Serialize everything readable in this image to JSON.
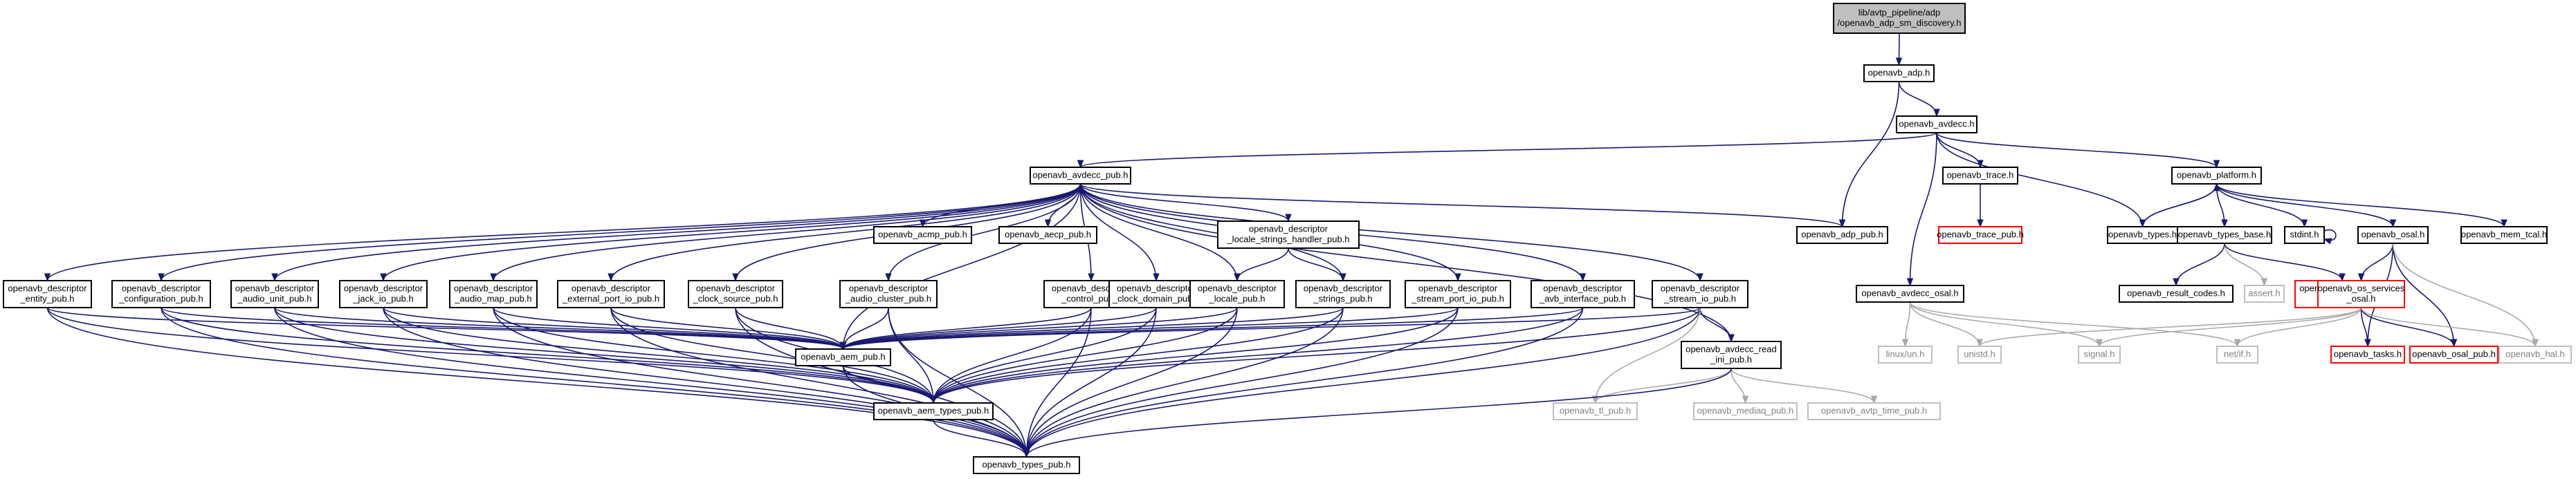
{
  "diagram": {
    "nodes": [
      {
        "id": "root",
        "kind": "root",
        "lines": [
          "lib/avtp_pipeline/adp",
          "/openavb_adp_sm_discovery.h"
        ]
      },
      {
        "id": "adp",
        "kind": "normal",
        "lines": [
          "openavb_adp.h"
        ]
      },
      {
        "id": "avdecc",
        "kind": "normal",
        "lines": [
          "openavb_avdecc.h"
        ]
      },
      {
        "id": "avdecc_pub",
        "kind": "normal",
        "lines": [
          "openavb_avdecc_pub.h"
        ]
      },
      {
        "id": "adp_pub",
        "kind": "normal",
        "lines": [
          "openavb_adp_pub.h"
        ]
      },
      {
        "id": "trace",
        "kind": "normal",
        "lines": [
          "openavb_trace.h"
        ]
      },
      {
        "id": "platform",
        "kind": "normal",
        "lines": [
          "openavb_platform.h"
        ]
      },
      {
        "id": "trace_pub",
        "kind": "truncated",
        "lines": [
          "openavb_trace_pub.h"
        ]
      },
      {
        "id": "types",
        "kind": "normal",
        "lines": [
          "openavb_types.h"
        ]
      },
      {
        "id": "types_base",
        "kind": "normal",
        "lines": [
          "openavb_types_base.h"
        ]
      },
      {
        "id": "stdint",
        "kind": "normal",
        "lines": [
          "stdint.h"
        ]
      },
      {
        "id": "osal",
        "kind": "normal",
        "lines": [
          "openavb_osal.h"
        ]
      },
      {
        "id": "mem_tcal",
        "kind": "normal",
        "lines": [
          "openavb_mem_tcal.h"
        ]
      },
      {
        "id": "result_codes",
        "kind": "normal",
        "lines": [
          "openavb_result_codes.h"
        ]
      },
      {
        "id": "assert",
        "kind": "external",
        "lines": [
          "assert.h"
        ]
      },
      {
        "id": "types_base_pub",
        "kind": "truncated",
        "lines": [
          "openavb_types_base",
          "_pub.h"
        ]
      },
      {
        "id": "os_services",
        "kind": "truncated",
        "lines": [
          "openavb_os_services",
          "_osal.h"
        ]
      },
      {
        "id": "avdecc_osal",
        "kind": "normal",
        "lines": [
          "openavb_avdecc_osal.h"
        ]
      },
      {
        "id": "linux_un",
        "kind": "external",
        "lines": [
          "linux/un.h"
        ]
      },
      {
        "id": "unistd",
        "kind": "external",
        "lines": [
          "unistd.h"
        ]
      },
      {
        "id": "signal",
        "kind": "external",
        "lines": [
          "signal.h"
        ]
      },
      {
        "id": "net_if",
        "kind": "external",
        "lines": [
          "net/if.h"
        ]
      },
      {
        "id": "tasks",
        "kind": "truncated",
        "lines": [
          "openavb_tasks.h"
        ]
      },
      {
        "id": "osal_pub",
        "kind": "truncated",
        "lines": [
          "openavb_osal_pub.h"
        ]
      },
      {
        "id": "hal",
        "kind": "external",
        "lines": [
          "openavb_hal.h"
        ]
      },
      {
        "id": "acmp_pub",
        "kind": "normal",
        "lines": [
          "openavb_acmp_pub.h"
        ]
      },
      {
        "id": "aecp_pub",
        "kind": "normal",
        "lines": [
          "openavb_aecp_pub.h"
        ]
      },
      {
        "id": "locale_strings_handler",
        "kind": "normal",
        "lines": [
          "openavb_descriptor",
          "_locale_strings_handler_pub.h"
        ]
      },
      {
        "id": "entity",
        "kind": "normal",
        "lines": [
          "openavb_descriptor",
          "_entity_pub.h"
        ]
      },
      {
        "id": "configuration",
        "kind": "normal",
        "lines": [
          "openavb_descriptor",
          "_configuration_pub.h"
        ]
      },
      {
        "id": "audio_unit",
        "kind": "normal",
        "lines": [
          "openavb_descriptor",
          "_audio_unit_pub.h"
        ]
      },
      {
        "id": "jack_io",
        "kind": "normal",
        "lines": [
          "openavb_descriptor",
          "_jack_io_pub.h"
        ]
      },
      {
        "id": "audio_map",
        "kind": "normal",
        "lines": [
          "openavb_descriptor",
          "_audio_map_pub.h"
        ]
      },
      {
        "id": "external_port_io",
        "kind": "normal",
        "lines": [
          "openavb_descriptor",
          "_external_port_io_pub.h"
        ]
      },
      {
        "id": "clock_source",
        "kind": "normal",
        "lines": [
          "openavb_descriptor",
          "_clock_source_pub.h"
        ]
      },
      {
        "id": "audio_cluster",
        "kind": "normal",
        "lines": [
          "openavb_descriptor",
          "_audio_cluster_pub.h"
        ]
      },
      {
        "id": "control",
        "kind": "normal",
        "lines": [
          "openavb_descriptor",
          "_control_pub.h"
        ]
      },
      {
        "id": "clock_domain",
        "kind": "normal",
        "lines": [
          "openavb_descriptor",
          "_clock_domain_pub.h"
        ]
      },
      {
        "id": "locale",
        "kind": "normal",
        "lines": [
          "openavb_descriptor",
          "_locale_pub.h"
        ]
      },
      {
        "id": "strings",
        "kind": "normal",
        "lines": [
          "openavb_descriptor",
          "_strings_pub.h"
        ]
      },
      {
        "id": "stream_port_io",
        "kind": "normal",
        "lines": [
          "openavb_descriptor",
          "_stream_port_io_pub.h"
        ]
      },
      {
        "id": "avb_interface",
        "kind": "normal",
        "lines": [
          "openavb_descriptor",
          "_avb_interface_pub.h"
        ]
      },
      {
        "id": "stream_io",
        "kind": "normal",
        "lines": [
          "openavb_descriptor",
          "_stream_io_pub.h"
        ]
      },
      {
        "id": "aem_pub",
        "kind": "normal",
        "lines": [
          "openavb_aem_pub.h"
        ]
      },
      {
        "id": "avdecc_read_ini",
        "kind": "normal",
        "lines": [
          "openavb_avdecc_read",
          "_ini_pub.h"
        ]
      },
      {
        "id": "aem_types_pub",
        "kind": "normal",
        "lines": [
          "openavb_aem_types_pub.h"
        ]
      },
      {
        "id": "tl_pub",
        "kind": "external",
        "lines": [
          "openavb_tl_pub.h"
        ]
      },
      {
        "id": "mediaq_pub",
        "kind": "external",
        "lines": [
          "openavb_mediaq_pub.h"
        ]
      },
      {
        "id": "avtp_time_pub",
        "kind": "external",
        "lines": [
          "openavb_avtp_time_pub.h"
        ]
      },
      {
        "id": "types_pub",
        "kind": "normal",
        "lines": [
          "openavb_types_pub.h"
        ]
      }
    ],
    "edges": [
      [
        "root",
        "adp"
      ],
      [
        "adp",
        "avdecc"
      ],
      [
        "adp",
        "adp_pub"
      ],
      [
        "avdecc",
        "avdecc_pub"
      ],
      [
        "avdecc",
        "trace"
      ],
      [
        "avdecc",
        "platform"
      ],
      [
        "avdecc",
        "types"
      ],
      [
        "avdecc",
        "avdecc_osal"
      ],
      [
        "trace",
        "trace_pub"
      ],
      [
        "platform",
        "types"
      ],
      [
        "platform",
        "types_base"
      ],
      [
        "platform",
        "stdint"
      ],
      [
        "platform",
        "osal"
      ],
      [
        "platform",
        "mem_tcal"
      ],
      [
        "types",
        "platform"
      ],
      [
        "stdint",
        "stdint"
      ],
      [
        "types_base",
        "result_codes"
      ],
      [
        "types_base",
        "assert"
      ],
      [
        "types_base",
        "types_base_pub"
      ],
      [
        "osal",
        "os_services"
      ],
      [
        "osal",
        "tasks"
      ],
      [
        "osal",
        "osal_pub"
      ],
      [
        "osal",
        "hal"
      ],
      [
        "os_services",
        "unistd"
      ],
      [
        "os_services",
        "signal"
      ],
      [
        "os_services",
        "net_if"
      ],
      [
        "os_services",
        "tasks"
      ],
      [
        "os_services",
        "osal_pub"
      ],
      [
        "os_services",
        "hal"
      ],
      [
        "avdecc_osal",
        "linux_un"
      ],
      [
        "avdecc_osal",
        "unistd"
      ],
      [
        "avdecc_osal",
        "signal"
      ],
      [
        "avdecc_osal",
        "net_if"
      ],
      [
        "avdecc_pub",
        "adp_pub"
      ],
      [
        "avdecc_pub",
        "acmp_pub"
      ],
      [
        "avdecc_pub",
        "aecp_pub"
      ],
      [
        "avdecc_pub",
        "locale_strings_handler"
      ],
      [
        "avdecc_pub",
        "entity"
      ],
      [
        "avdecc_pub",
        "configuration"
      ],
      [
        "avdecc_pub",
        "audio_unit"
      ],
      [
        "avdecc_pub",
        "jack_io"
      ],
      [
        "avdecc_pub",
        "audio_map"
      ],
      [
        "avdecc_pub",
        "external_port_io"
      ],
      [
        "avdecc_pub",
        "clock_source"
      ],
      [
        "avdecc_pub",
        "audio_cluster"
      ],
      [
        "avdecc_pub",
        "control"
      ],
      [
        "avdecc_pub",
        "clock_domain"
      ],
      [
        "avdecc_pub",
        "locale"
      ],
      [
        "avdecc_pub",
        "strings"
      ],
      [
        "avdecc_pub",
        "stream_port_io"
      ],
      [
        "avdecc_pub",
        "avb_interface"
      ],
      [
        "avdecc_pub",
        "stream_io"
      ],
      [
        "avdecc_pub",
        "aem_pub"
      ],
      [
        "avdecc_pub",
        "avdecc_read_ini"
      ],
      [
        "locale_strings_handler",
        "locale"
      ],
      [
        "locale_strings_handler",
        "strings"
      ],
      [
        "entity",
        "aem_pub"
      ],
      [
        "entity",
        "aem_types_pub"
      ],
      [
        "entity",
        "types_pub"
      ],
      [
        "configuration",
        "aem_pub"
      ],
      [
        "configuration",
        "aem_types_pub"
      ],
      [
        "configuration",
        "types_pub"
      ],
      [
        "audio_unit",
        "aem_pub"
      ],
      [
        "audio_unit",
        "aem_types_pub"
      ],
      [
        "audio_unit",
        "types_pub"
      ],
      [
        "jack_io",
        "aem_pub"
      ],
      [
        "jack_io",
        "aem_types_pub"
      ],
      [
        "jack_io",
        "types_pub"
      ],
      [
        "audio_map",
        "aem_pub"
      ],
      [
        "audio_map",
        "aem_types_pub"
      ],
      [
        "audio_map",
        "types_pub"
      ],
      [
        "external_port_io",
        "aem_pub"
      ],
      [
        "external_port_io",
        "aem_types_pub"
      ],
      [
        "external_port_io",
        "types_pub"
      ],
      [
        "clock_source",
        "aem_pub"
      ],
      [
        "clock_source",
        "aem_types_pub"
      ],
      [
        "clock_source",
        "types_pub"
      ],
      [
        "audio_cluster",
        "aem_pub"
      ],
      [
        "audio_cluster",
        "aem_types_pub"
      ],
      [
        "audio_cluster",
        "types_pub"
      ],
      [
        "control",
        "aem_pub"
      ],
      [
        "control",
        "aem_types_pub"
      ],
      [
        "control",
        "types_pub"
      ],
      [
        "clock_domain",
        "aem_pub"
      ],
      [
        "clock_domain",
        "aem_types_pub"
      ],
      [
        "clock_domain",
        "types_pub"
      ],
      [
        "locale",
        "aem_pub"
      ],
      [
        "locale",
        "aem_types_pub"
      ],
      [
        "locale",
        "types_pub"
      ],
      [
        "strings",
        "aem_pub"
      ],
      [
        "strings",
        "aem_types_pub"
      ],
      [
        "strings",
        "types_pub"
      ],
      [
        "stream_port_io",
        "aem_pub"
      ],
      [
        "stream_port_io",
        "aem_types_pub"
      ],
      [
        "stream_port_io",
        "types_pub"
      ],
      [
        "avb_interface",
        "aem_pub"
      ],
      [
        "avb_interface",
        "aem_types_pub"
      ],
      [
        "avb_interface",
        "types_pub"
      ],
      [
        "stream_io",
        "aem_pub"
      ],
      [
        "stream_io",
        "aem_types_pub"
      ],
      [
        "stream_io",
        "types_pub"
      ],
      [
        "stream_io",
        "avdecc_read_ini"
      ],
      [
        "stream_io",
        "tl_pub"
      ],
      [
        "aem_pub",
        "aem_types_pub"
      ],
      [
        "aem_pub",
        "types_pub"
      ],
      [
        "aem_types_pub",
        "types_pub"
      ],
      [
        "avdecc_read_ini",
        "tl_pub"
      ],
      [
        "avdecc_read_ini",
        "mediaq_pub"
      ],
      [
        "avdecc_read_ini",
        "avtp_time_pub"
      ],
      [
        "avdecc_read_ini",
        "types_pub"
      ]
    ]
  }
}
